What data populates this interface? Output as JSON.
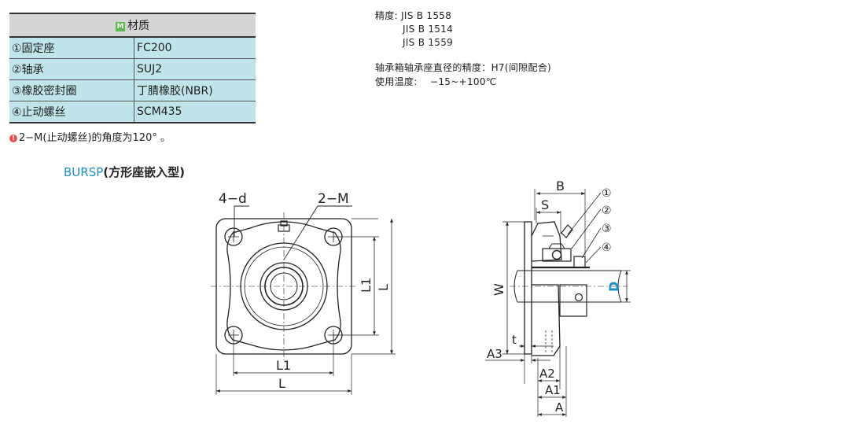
{
  "materials": {
    "badge": "M",
    "header": "材质",
    "rows": [
      {
        "part": "①固定座",
        "material": "FC200"
      },
      {
        "part": "②轴承",
        "material": "SUJ2"
      },
      {
        "part": "③橡胶密封圈",
        "material": "丁腈橡胶(NBR)"
      },
      {
        "part": "④止动螺丝",
        "material": "SCM435"
      }
    ]
  },
  "note": {
    "icon": "!",
    "text": "2−M(止动螺丝)的角度为120° 。"
  },
  "specs": {
    "precision_label": "精度:",
    "precision_lines": [
      "JIS B 1558",
      "JIS B 1514",
      "JIS B 1559"
    ],
    "housing_precision": "轴承箱轴承座直径的精度：H7(间隙配合)",
    "temp_label": "使用温度:",
    "temp_value": "−15~+100℃"
  },
  "section": {
    "code": "BURSP",
    "name": "(方形座嵌入型)"
  },
  "drawing": {
    "front": {
      "hole_label": "4−d",
      "screw_label": "2−M",
      "dim_l1_v": "L1",
      "dim_l_v": "L",
      "dim_l1_h": "L1",
      "dim_l_h": "L"
    },
    "side": {
      "dim_b": "B",
      "dim_s": "S",
      "dim_w": "W",
      "dim_d": "D",
      "dim_t": "t",
      "dim_a3": "A3",
      "dim_a2": "A2",
      "dim_a1": "A1",
      "dim_a": "A",
      "callouts": [
        "①",
        "②",
        "③",
        "④"
      ]
    }
  },
  "colors": {
    "header_bg": "#d5d5d5",
    "cell_bg": "#bfe4ea",
    "accent_blue": "#1a8fc8",
    "badge_green": "#5bb84a"
  }
}
